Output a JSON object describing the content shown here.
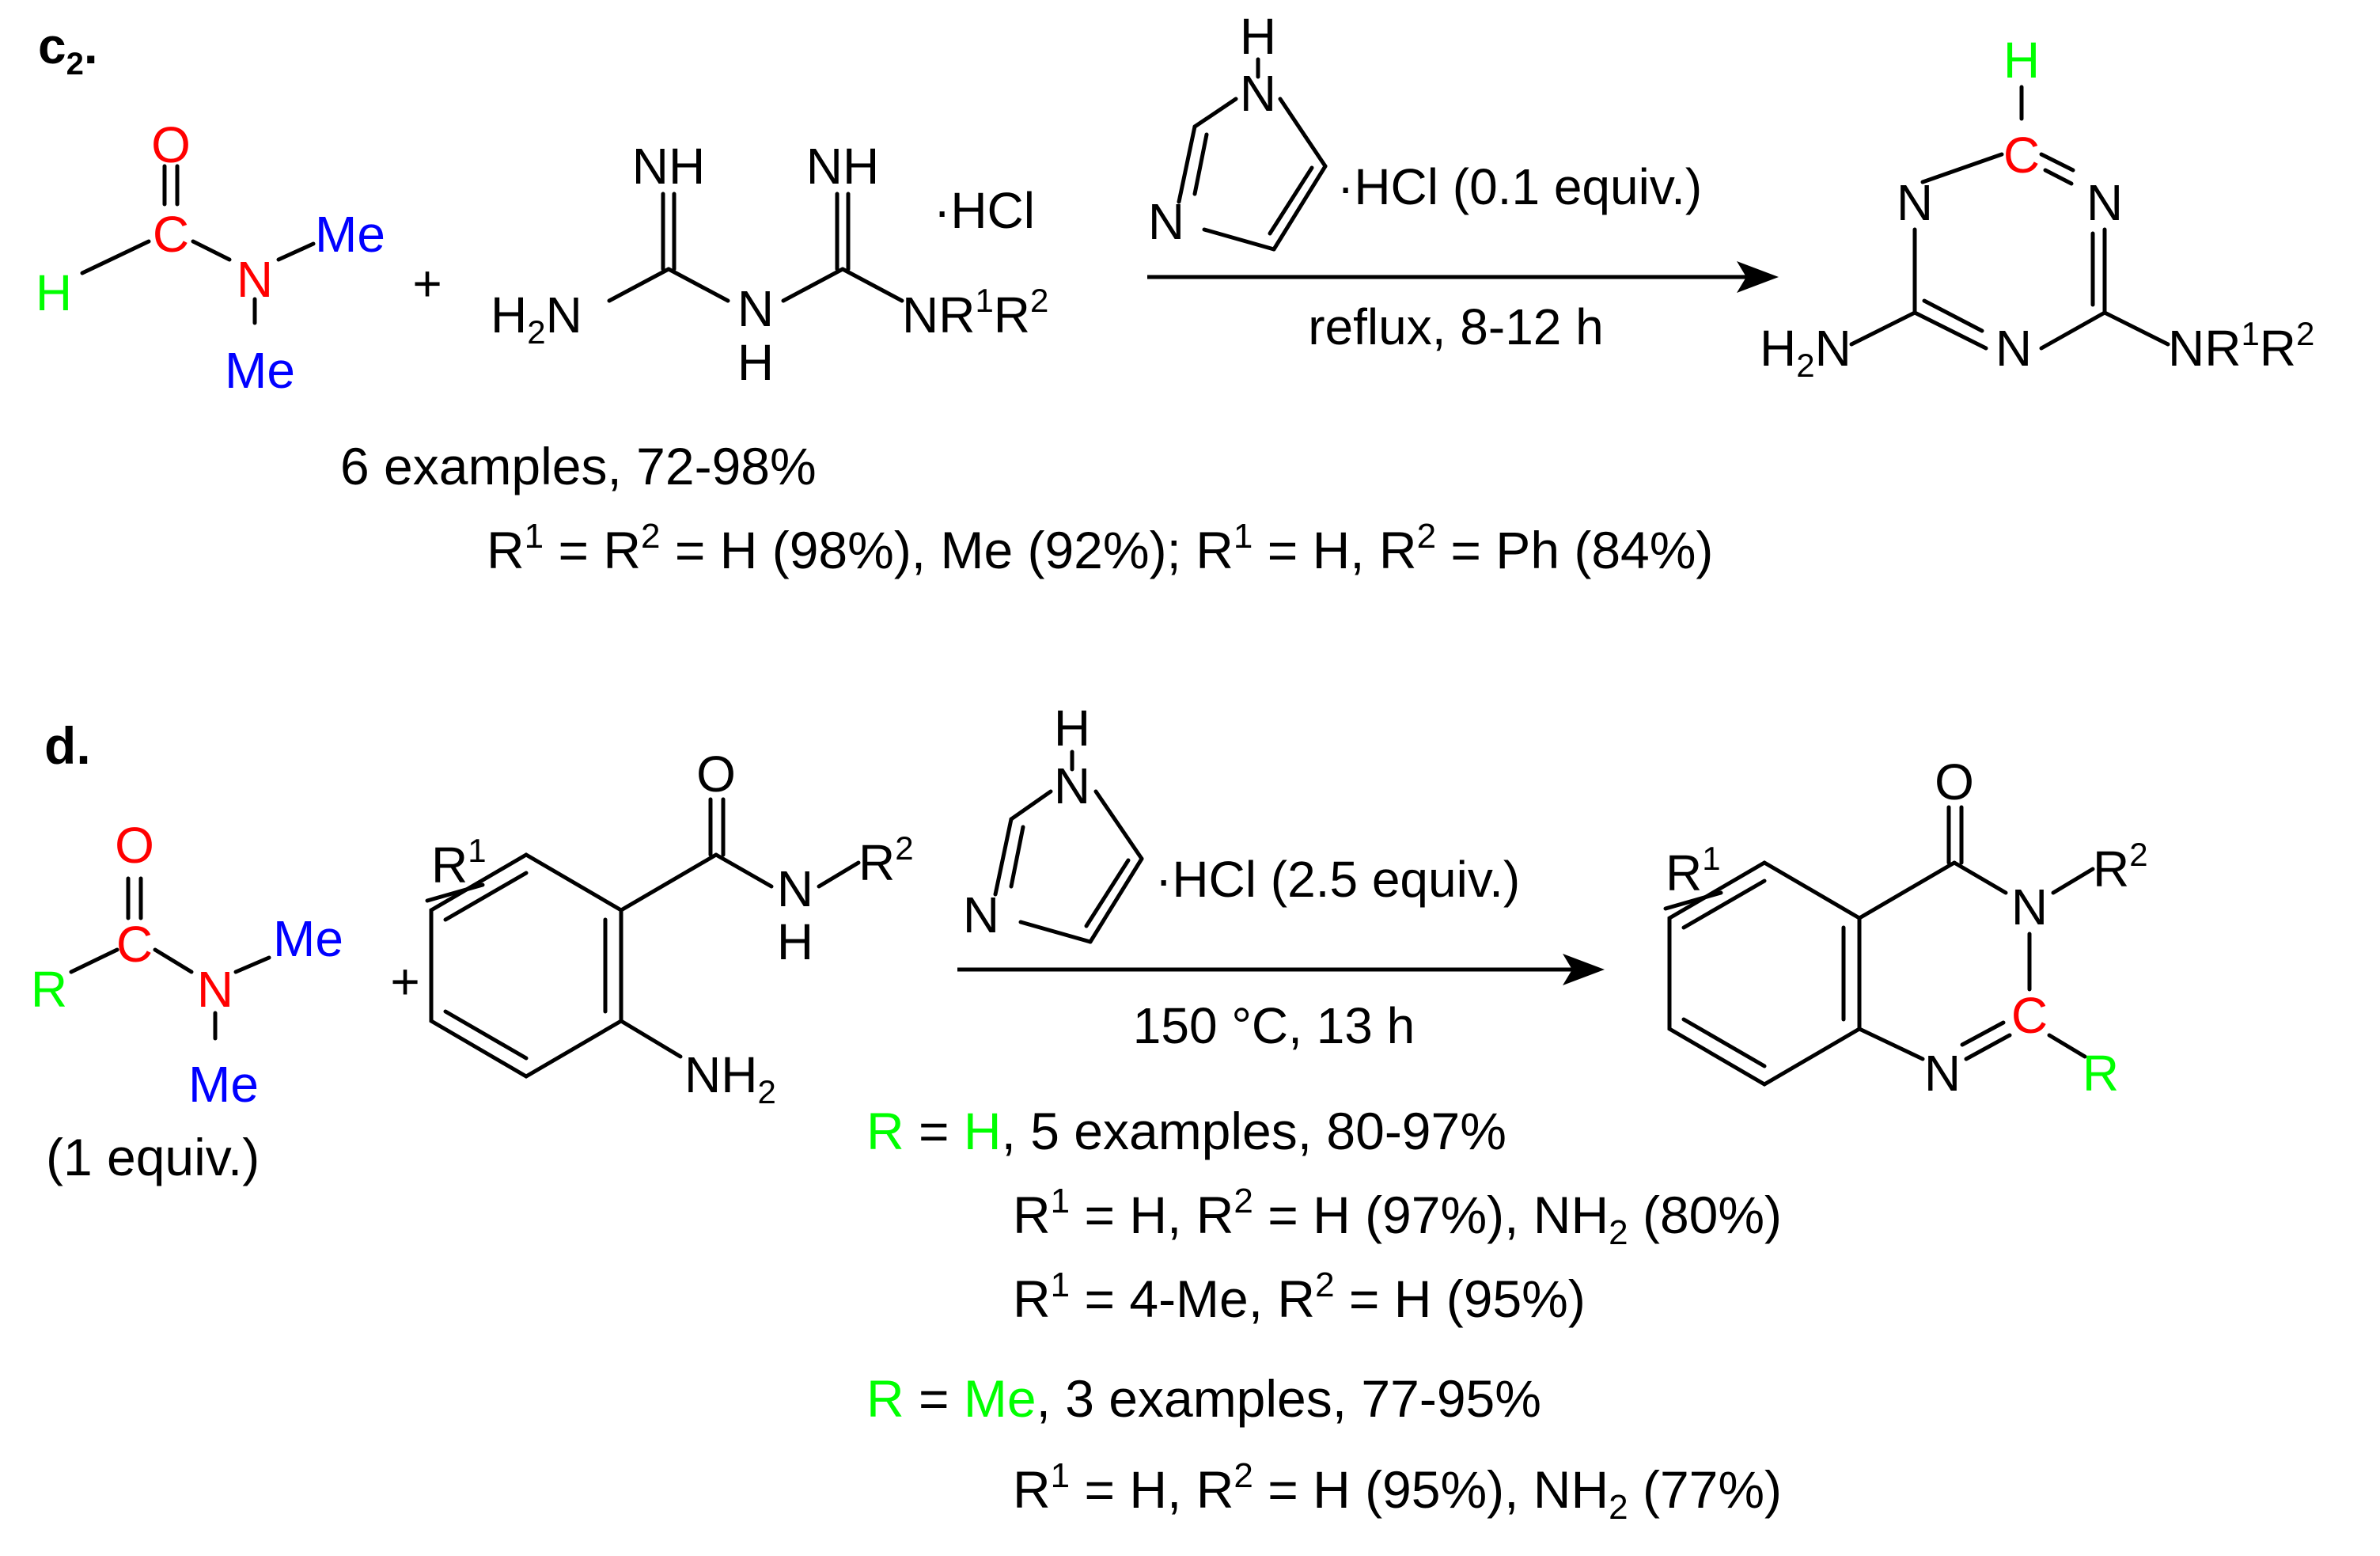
{
  "colors": {
    "carbonyl": "#ff0000",
    "amide_n": "#0000ff",
    "substituent": "#00ff00",
    "default": "#000000"
  },
  "scheme_c2": {
    "label": "c",
    "label_sub": "2",
    "label_dot": ".",
    "plus": "+",
    "dmf": {
      "O": "O",
      "C": "C",
      "H": "H",
      "N": "N",
      "Me1": "Me",
      "Me2": "Me"
    },
    "biguanide": {
      "NH_left": "NH",
      "NH_right": "NH",
      "H2N_H": "H",
      "H2N_sub": "2",
      "H2N_N": "N",
      "N_mid": "N",
      "H_mid": "H",
      "NR": "NR",
      "R1": "1",
      "R": "R",
      "R2": "2",
      "HCl": "HCl"
    },
    "catalyst": {
      "H": "H",
      "N_top": "N",
      "N_bottom": "N",
      "HCl": "HCl (0.1 equiv.)"
    },
    "conditions": "reflux, 8-12 h",
    "product": {
      "H": "H",
      "C": "C",
      "N_left": "N",
      "N_right": "N",
      "N_bottom": "N",
      "H2N_H": "H",
      "H2N_sub": "2",
      "H2N_N": "N",
      "NR": "NR",
      "R1": "1",
      "R": "R",
      "R2": "2"
    },
    "summary": "6 examples, 72-98%",
    "examples": {
      "p1": "R",
      "s1": "1",
      "p2": " = R",
      "s2": "2",
      "p3": " = H (98%), Me (92%); R",
      "s3": "1",
      "p4": " = H, R",
      "s4": "2",
      "p5": " = Ph (84%)"
    }
  },
  "scheme_d": {
    "label": "d.",
    "plus": "+",
    "amide": {
      "O": "O",
      "C": "C",
      "R": "R",
      "N": "N",
      "Me1": "Me",
      "Me2": "Me"
    },
    "equiv": "(1 equiv.)",
    "benzamide": {
      "R": "R",
      "R1": "1",
      "O": "O",
      "N": "N",
      "H": "H",
      "R_n": "R",
      "R2": "2",
      "NH": "NH",
      "NH_sub": "2"
    },
    "catalyst": {
      "H": "H",
      "N_top": "N",
      "N_bottom": "N",
      "HCl": "HCl (2.5 equiv.)"
    },
    "conditions": "150 °C, 13 h",
    "product": {
      "R": "R",
      "R1": "1",
      "O": "O",
      "N3": "N",
      "R_n": "R",
      "R2": "2",
      "C": "C",
      "N1": "N",
      "Rsub": "R"
    },
    "group1": {
      "R": "R",
      "eq": " = ",
      "H": "H",
      "text": ", 5 examples, 80-97%",
      "line1": {
        "a": "R",
        "s1": "1",
        "b": " = H, R",
        "s2": "2",
        "c": " = H (97%), NH",
        "s3": "2",
        "d": " (80%)"
      },
      "line2": {
        "a": "R",
        "s1": "1",
        "b": " = 4-Me, R",
        "s2": "2",
        "c": " = H (95%)"
      }
    },
    "group2": {
      "R": "R",
      "eq": " = ",
      "Me": "Me",
      "text": ", 3 examples, 77-95%",
      "line1": {
        "a": "R",
        "s1": "1",
        "b": " = H, R",
        "s2": "2",
        "c": " = H (95%), NH",
        "s3": "2",
        "d": " (77%)"
      }
    }
  }
}
